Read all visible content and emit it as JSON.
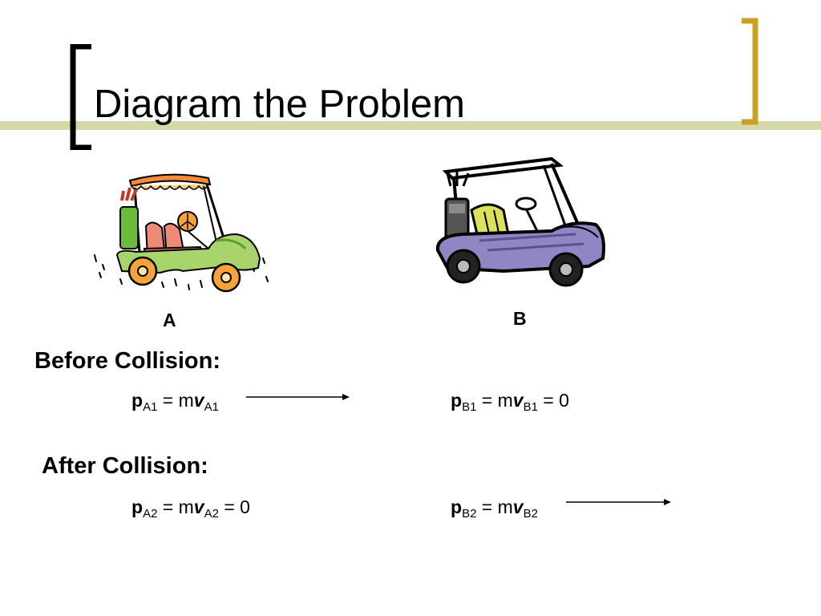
{
  "slide": {
    "title": "Diagram the Problem"
  },
  "carts": {
    "a_label": "A",
    "b_label": "B"
  },
  "before": {
    "heading": "Before Collision:",
    "a_eq": {
      "p": "p",
      "p_sub": "A1",
      "mid": " = m",
      "v": "v",
      "v_sub": "A1",
      "tail": ""
    },
    "b_eq": {
      "p": "p",
      "p_sub": "B1",
      "mid": " = m",
      "v": "v",
      "v_sub": "B1",
      "tail": " = 0"
    }
  },
  "after": {
    "heading": "After Collision:",
    "a_eq": {
      "p": "p",
      "p_sub": "A2",
      "mid": " = m",
      "v": "v",
      "v_sub": "A2",
      "tail": " = 0"
    },
    "b_eq": {
      "p": "p",
      "p_sub": "B2",
      "mid": " = m",
      "v": "v",
      "v_sub": "B2",
      "tail": ""
    }
  },
  "colors": {
    "bracket_left": "#000000",
    "bracket_right": "#c9a224",
    "title_line": "#d6d8a8"
  },
  "icons": [
    "golf-cart-cartoon-icon",
    "golf-cart-clipart-icon",
    "arrow-right-icon"
  ]
}
